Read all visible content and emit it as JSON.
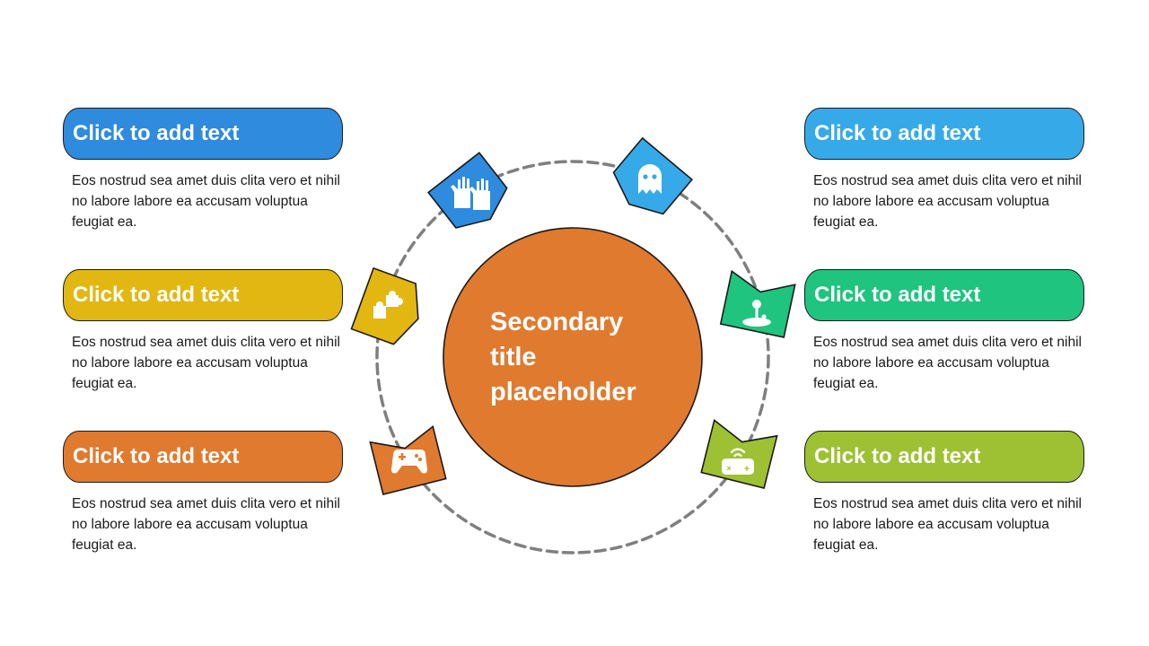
{
  "center": {
    "title_lines": [
      "Secondary",
      "title",
      "placeholder"
    ],
    "color": "#E07A2E"
  },
  "cards": [
    {
      "title": "Click to add text",
      "body": "Eos nostrud sea amet duis clita vero et nihil no labore labore ea accusam voluptua feugiat ea.",
      "color": "#2E8BDE"
    },
    {
      "title": "Click to add text",
      "body": "Eos nostrud sea amet duis clita vero et nihil no labore labore ea accusam voluptua feugiat ea.",
      "color": "#E2B711"
    },
    {
      "title": "Click to add text",
      "body": "Eos nostrud sea amet duis clita vero et nihil no labore labore ea accusam voluptua feugiat ea.",
      "color": "#E07A2E"
    },
    {
      "title": "Click to add text",
      "body": "Eos nostrud sea amet duis clita vero et nihil no labore labore ea accusam voluptua feugiat ea.",
      "color": "#36AAE8"
    },
    {
      "title": "Click to add text",
      "body": "Eos nostrud sea amet duis clita vero et nihil no labore labore ea accusam voluptua feugiat ea.",
      "color": "#1FC47E"
    },
    {
      "title": "Click to add text",
      "body": "Eos nostrud sea amet duis clita vero et nihil no labore labore ea accusam voluptua feugiat ea.",
      "color": "#9DC132"
    }
  ],
  "badges": [
    {
      "icon": "gloves-icon",
      "color": "#2E8BDE"
    },
    {
      "icon": "puzzle-icon",
      "color": "#E2B711"
    },
    {
      "icon": "gamepad-icon",
      "color": "#E07A2E"
    },
    {
      "icon": "ghost-icon",
      "color": "#36AAE8"
    },
    {
      "icon": "joystick-icon",
      "color": "#1FC47E"
    },
    {
      "icon": "wireless-controller-icon",
      "color": "#9DC132"
    }
  ],
  "ring_color": "#7F7F7F"
}
